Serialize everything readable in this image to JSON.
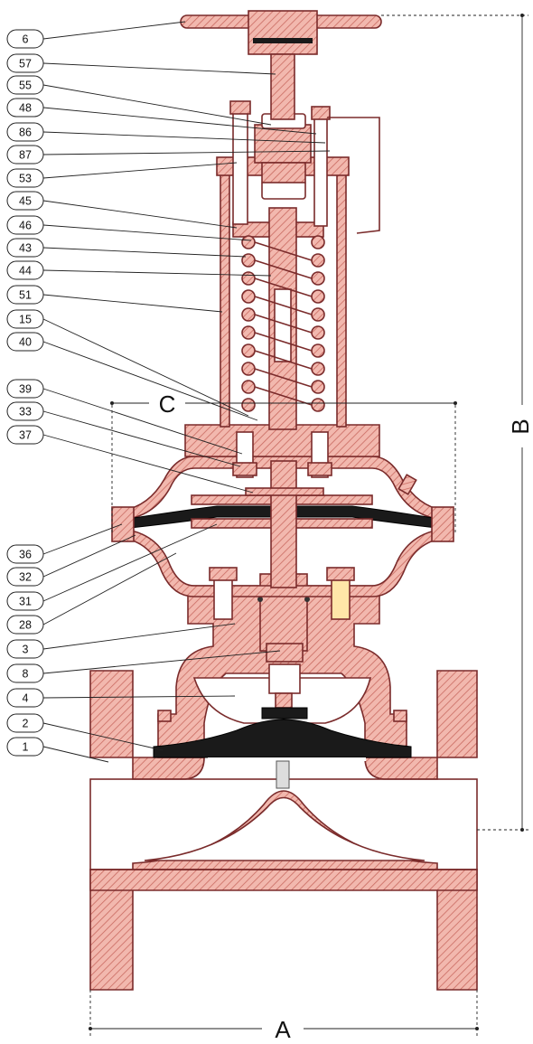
{
  "part_labels": [
    "6",
    "57",
    "55",
    "48",
    "86",
    "87",
    "53",
    "45",
    "46",
    "43",
    "44",
    "51",
    "15",
    "40",
    "39",
    "33",
    "37",
    "36",
    "32",
    "31",
    "28",
    "3",
    "8",
    "4",
    "2",
    "1"
  ],
  "dimensions": {
    "a": "A",
    "b": "B",
    "c": "C"
  },
  "colors": {
    "body_fill": "#e99c92",
    "outline": "#7a2b2b",
    "diaphragm": "#1a1a1a",
    "line": "#222222"
  }
}
